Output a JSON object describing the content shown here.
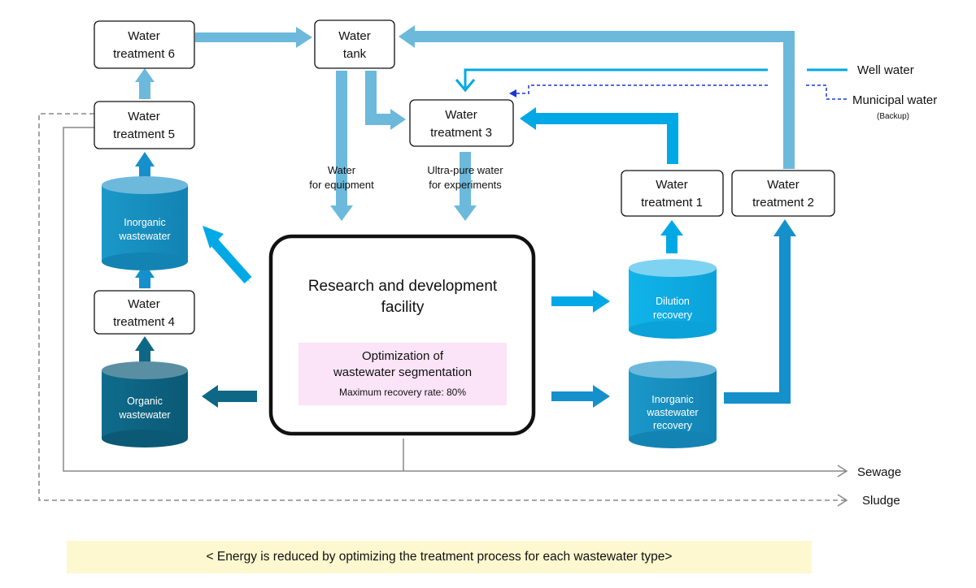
{
  "nodes": {
    "wt6": [
      "Water",
      "treatment 6"
    ],
    "tank": [
      "Water",
      "tank"
    ],
    "wt3": [
      "Water",
      "treatment 3"
    ],
    "wt5": [
      "Water",
      "treatment 5"
    ],
    "wt1": [
      "Water",
      "treatment 1"
    ],
    "wt2": [
      "Water",
      "treatment 2"
    ],
    "wt4": [
      "Water",
      "treatment 4"
    ]
  },
  "cylinders": {
    "inorganic": [
      "Inorganic",
      "wastewater"
    ],
    "organic": [
      "Organic",
      "wastewater"
    ],
    "dilution": [
      "Dilution",
      "recovery"
    ],
    "inorg_recovery": [
      "Inorganic",
      "wastewater",
      "recovery"
    ]
  },
  "facility": {
    "title": [
      "Research and development",
      "facility"
    ],
    "optimization": [
      "Optimization of",
      "wastewater segmentation"
    ],
    "recovery": "Maximum recovery rate: 80%"
  },
  "flow_labels": {
    "equipment": [
      "Water",
      "for equipment"
    ],
    "ultrapure": [
      "Ultra-pure water",
      "for experiments"
    ]
  },
  "legend": {
    "well": "Well water",
    "municipal": "Municipal water",
    "backup": "(Backup)",
    "sewage": "Sewage",
    "sludge": "Sludge"
  },
  "footer": "< Energy is reduced by optimizing the treatment process for each wastewater type>",
  "colors": {
    "light_blue": "#6cb9dc",
    "bright_blue": "#00a9e6",
    "mid_blue": "#1590cb",
    "dark_teal": "#0e6785",
    "cylinder_organic": "#0f6c8c",
    "cylinder_inorganic": "#1a98c9",
    "facility_highlight": "#fbe3f8",
    "municipal_line": "#1a35d6",
    "footer_bg": "#fdf8cf"
  }
}
